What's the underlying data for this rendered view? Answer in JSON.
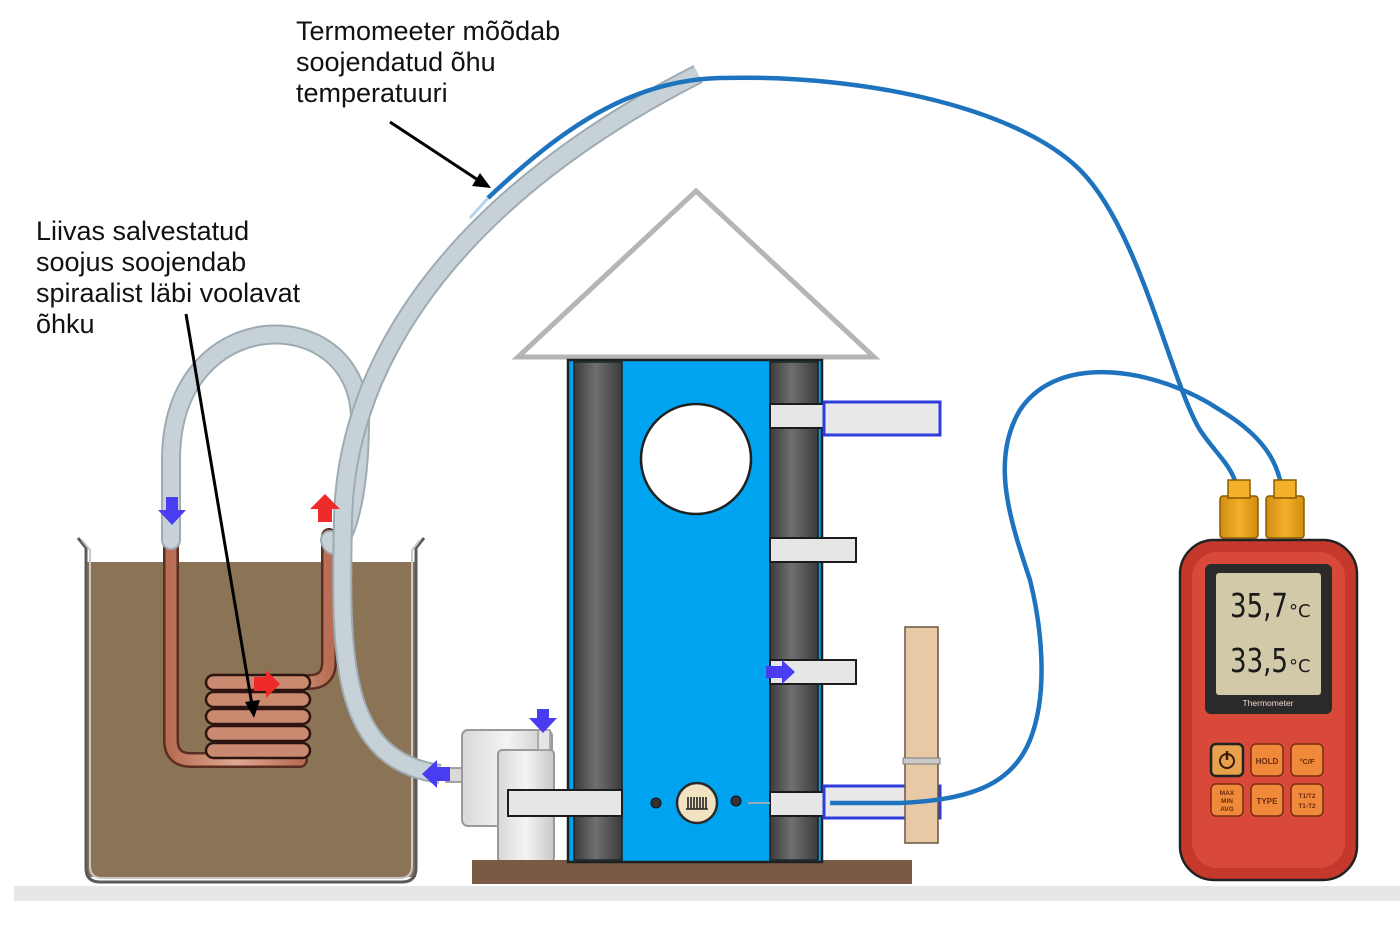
{
  "labels": {
    "thermometer_note": "Termomeeter mõõdab\nsoojendatud õhu\ntemperatuuri",
    "sand_note": "Liivas salvestatud\nsoojus soojendab\nspiraalist läbi voolavat\nõhku"
  },
  "thermometer": {
    "reading_t1_value": "35,7",
    "reading_t2_value": "33,5",
    "unit": "°C",
    "brand_label": "Thermometer",
    "buttons": {
      "hold": "HOLD",
      "unit_toggle": "°C/F",
      "max_line1": "MAX",
      "max_line2": "MIN",
      "max_line3": "AVG",
      "type": "TYPE",
      "channel_line1": "T1/T2",
      "channel_line2": "T1-T2"
    }
  },
  "colors": {
    "sand": "#8b7355",
    "panel_blue": "#00a3f0",
    "tube": "#c7d2d8",
    "probe_cable": "#1e73be",
    "copper": "#c98a70",
    "arrow_in": "#4a3cf0",
    "arrow_hot": "#ee2a2a",
    "meter_body": "#c4392b",
    "meter_connector": "#e8a317",
    "base_wood": "#7a5a44"
  }
}
